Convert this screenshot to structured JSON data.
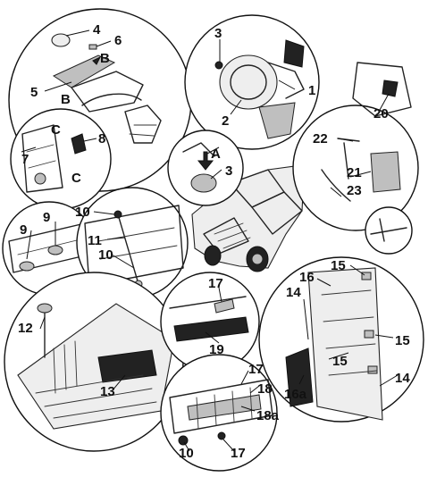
{
  "callouts": {
    "c1": "1",
    "c2": "2",
    "c3a": "3",
    "c3b": "3",
    "c4": "4",
    "c5": "5",
    "c6": "6",
    "c7": "7",
    "c8": "8",
    "c9a": "9",
    "c9b": "9",
    "c10a": "10",
    "c10b": "10",
    "c10c": "10",
    "c11": "11",
    "c12": "12",
    "c13": "13",
    "c14a": "14",
    "c14b": "14",
    "c15a": "15",
    "c15b": "15",
    "c15c": "15",
    "c16": "16",
    "c16a": "16a",
    "c17a": "17",
    "c17b": "17",
    "c17c": "17",
    "c18": "18",
    "c18a": "18a",
    "c19": "19",
    "c20": "20",
    "c21": "21",
    "c22": "22",
    "c23": "23",
    "cA": "A",
    "cB1": "B",
    "cB2": "B",
    "cC1": "C",
    "cC2": "C"
  },
  "colors": {
    "ink": "#111111",
    "shade": "#bfbfbf",
    "dark": "#222222"
  }
}
